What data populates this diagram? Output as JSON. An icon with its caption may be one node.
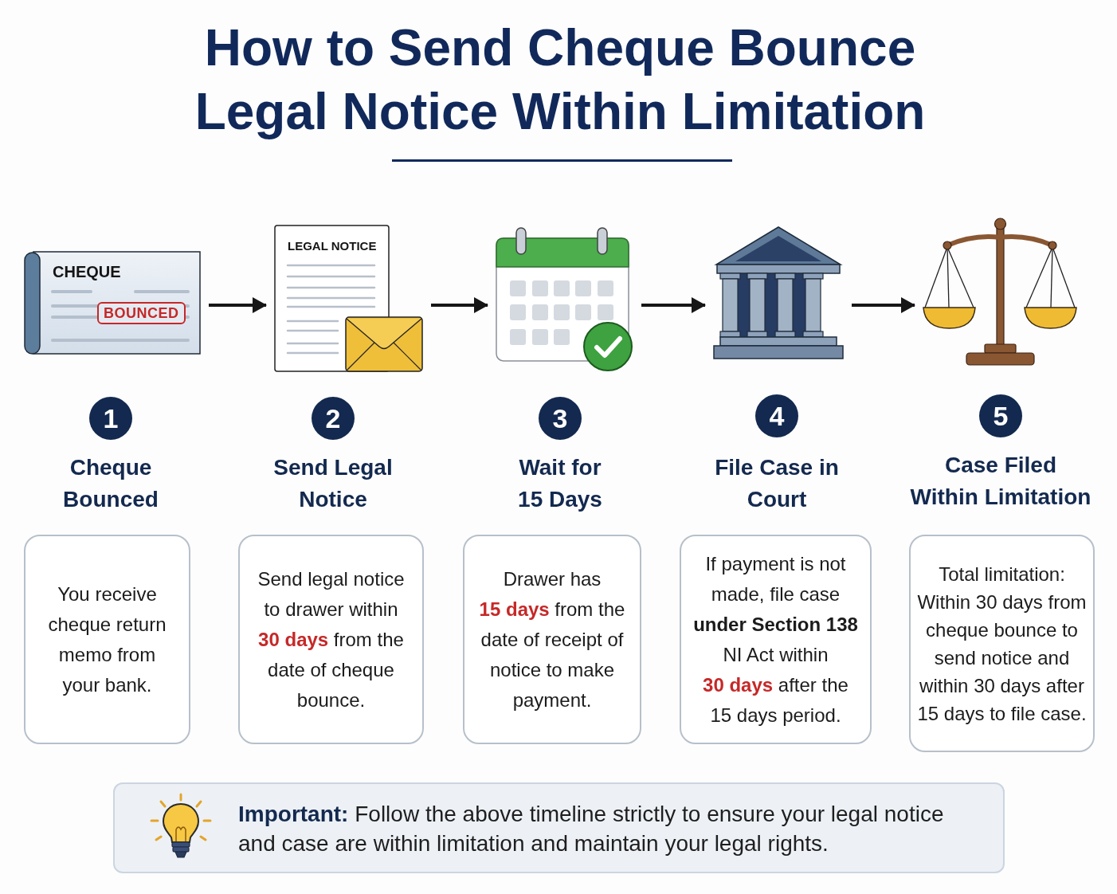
{
  "diagram": {
    "title": "How to Send Cheque Bounce Legal Notice Within Limitation",
    "nodes": [
      {
        "text": [
          "CHEQUE",
          "BOUNCED"
        ]
      },
      {
        "text": [
          "LEGAL NOTICE"
        ]
      },
      {
        "text": [],
        "shape": "picture"
      },
      {
        "text": [],
        "shape": "picture"
      },
      {
        "text": [],
        "shape": "picture"
      },
      {
        "text": [
          "1"
        ]
      },
      {
        "text": [
          "2"
        ]
      },
      {
        "text": [
          "3"
        ]
      },
      {
        "text": [
          "4"
        ]
      },
      {
        "text": [
          "5"
        ]
      },
      {
        "text": [
          "You receive cheque return memo from your bank."
        ]
      },
      {
        "text": [
          "Send legal notice to drawer within **30 days** from the date of cheque bounce."
        ]
      },
      {
        "text": [
          "Drawer has **15 days** from the date of receipt of notice to make payment."
        ]
      },
      {
        "text": [
          "If payment is not made, file case **under Section 138** NI Act within **30 days** after the 15 days period."
        ]
      },
      {
        "text": [
          "Total limitation: Within 30 days from cheque bounce to send notice and within 30 days after 15 days to file case."
        ]
      },
      {
        "text": [
          "**Important:** Follow the above timeline strictly to ensure your legal notice and case are within limitation and maintain your legal rights."
        ]
      }
    ],
    "edges": [
      {
        "from": 0,
        "to": 1,
        "arrow": "to"
      },
      {
        "from": 1,
        "to": 2,
        "arrow": "to"
      },
      {
        "from": 2,
        "to": 3,
        "arrow": "to"
      },
      {
        "from": 3,
        "to": 4,
        "arrow": "to"
      }
    ],
    "labels": [
      "Cheque Bounced",
      "Send Legal Notice",
      "Wait for 15 Days",
      "File Case in Court",
      "Case Filed Within Limitation"
    ]
  }
}
